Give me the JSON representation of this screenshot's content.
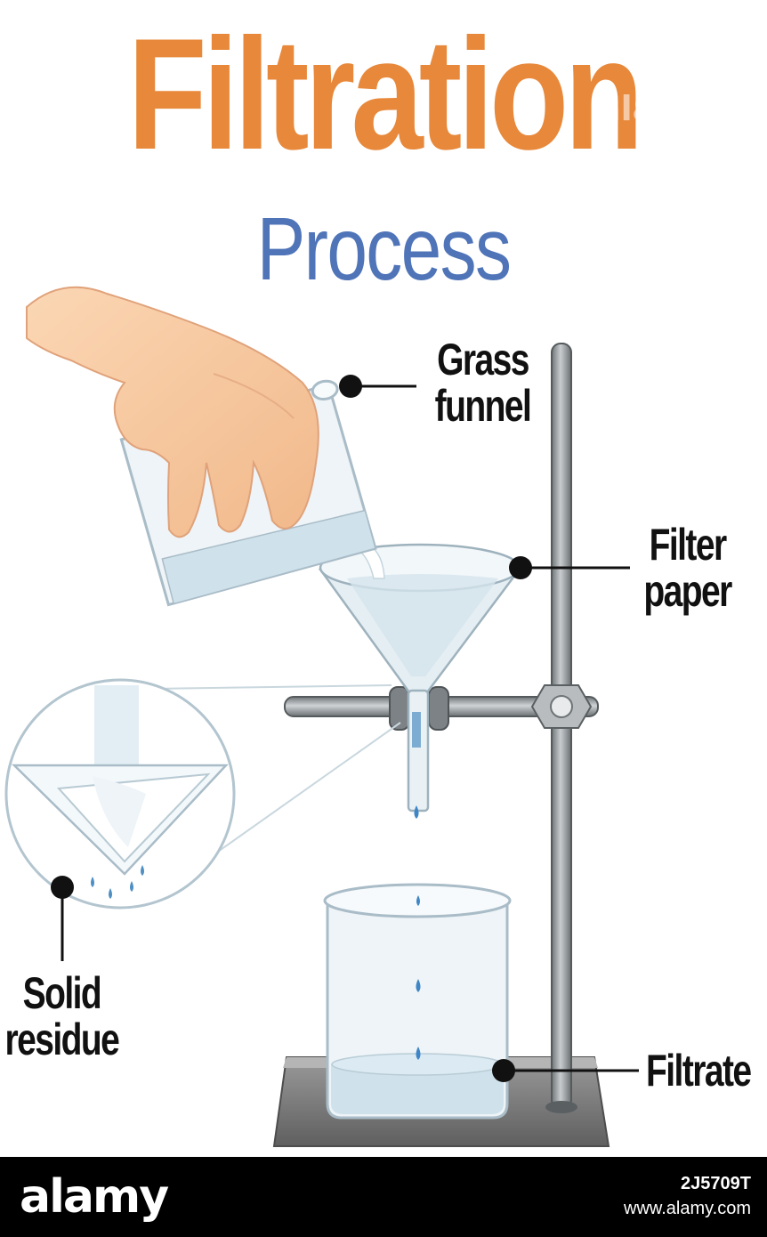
{
  "title": {
    "main": "Filtration",
    "sub": "Process",
    "main_color": "#E8883A",
    "sub_color": "#4F74B8"
  },
  "watermark_faint": "alamy",
  "labels": {
    "grass_funnel_line1": "Grass",
    "grass_funnel_line2": "funnel",
    "filter_paper_line1": "Filter",
    "filter_paper_line2": "paper",
    "solid_residue_line1": "Solid",
    "solid_residue_line2": "residue",
    "filtrate": "Filtrate"
  },
  "colors": {
    "skin": "#F7C9A0",
    "glass": "#D7E6EE",
    "liquid": "#BFD8E8",
    "stand_metal": "#8E9396",
    "base": "#7C7C7C"
  },
  "footer": {
    "logo": "alamy",
    "image_id": "2J5709T",
    "url": "www.alamy.com"
  }
}
